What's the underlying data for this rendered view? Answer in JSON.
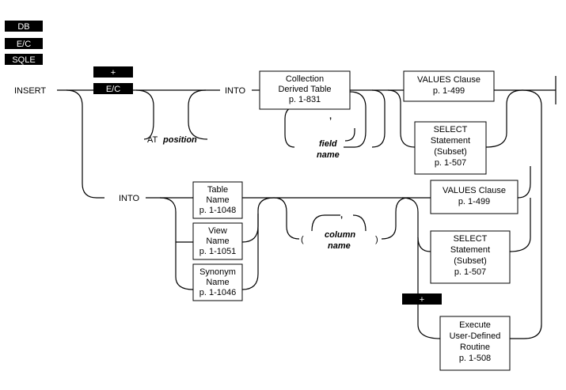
{
  "tags": {
    "db": "DB",
    "ec": "E/C",
    "sqle": "SQLE",
    "plus": "+",
    "ec_branch": "E/C",
    "plus_lower": "+"
  },
  "keywords": {
    "insert": "INSERT",
    "into_top": "INTO",
    "into_bottom": "INTO",
    "at": "AT",
    "position": "position",
    "comma_top": ",",
    "comma_bottom": ",",
    "paren_open": "(",
    "paren_close": ")",
    "field": "field",
    "name_field": "name",
    "column": "column",
    "name_column": "name"
  },
  "boxes": {
    "collection": [
      "Collection",
      "Derived Table",
      "p. 1-831"
    ],
    "values_top": [
      "VALUES Clause",
      "p. 1-499"
    ],
    "select_top": [
      "SELECT",
      "Statement",
      "(Subset)",
      "p. 1-507"
    ],
    "table_name": [
      "Table",
      "Name",
      "p. 1-1048"
    ],
    "view_name": [
      "View",
      "Name",
      "p. 1-1051"
    ],
    "synonym_name": [
      "Synonym",
      "Name",
      "p. 1-1046"
    ],
    "values_bottom": [
      "VALUES Clause",
      "p. 1-499"
    ],
    "select_bottom": [
      "SELECT",
      "Statement",
      "(Subset)",
      "p. 1-507"
    ],
    "execute_udr": [
      "Execute",
      "User-Defined",
      "Routine",
      "p. 1-508"
    ]
  }
}
